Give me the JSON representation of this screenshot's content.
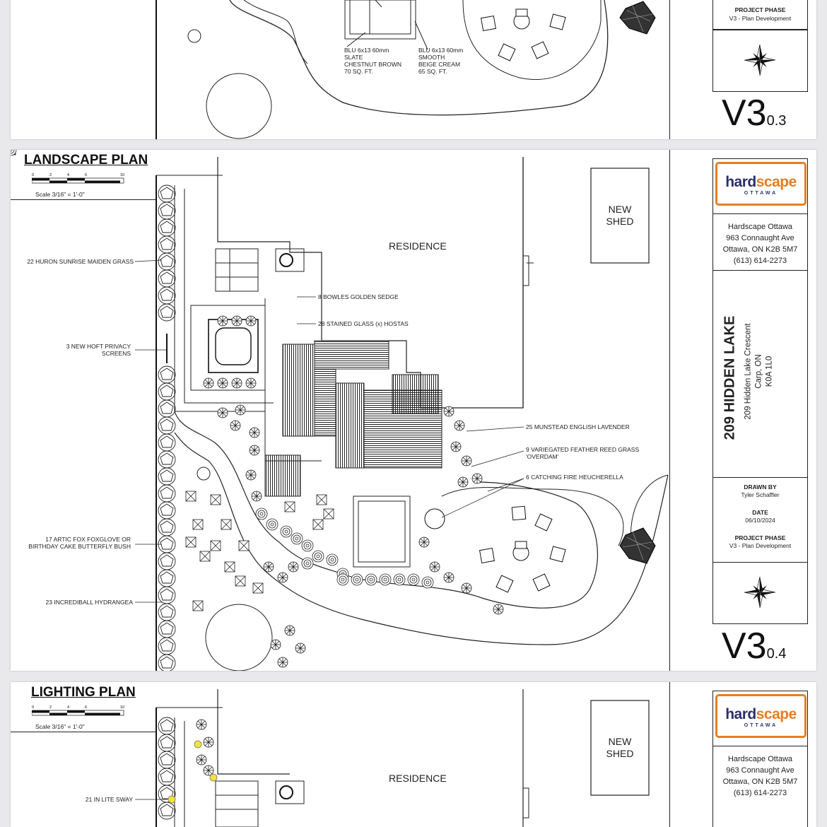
{
  "company": {
    "logo_text_a": "hard",
    "logo_text_b": "scape",
    "logo_sub": "OTTAWA",
    "name": "Hardscape Ottawa",
    "street": "963 Connaught Ave",
    "city": "Ottawa, ON K2B 5M7",
    "phone": "(613) 614-2273"
  },
  "project": {
    "title": "209 HIDDEN LAKE",
    "address_1": "209 Hidden Lake Crescent",
    "address_2": "Carp, ON",
    "address_3": "K0A 1L0",
    "drawn_by_label": "DRAWN BY",
    "drawn_by": "Tyler Schaffler",
    "date_label": "DATE",
    "date": "06/10/2024",
    "phase_label": "PROJECT PHASE",
    "phase": "V3 - Plan Development"
  },
  "sheets": {
    "top": {
      "version_major": "V3",
      "version_minor": "0.3"
    },
    "landscape": {
      "title": "LANDSCAPE PLAN",
      "version_major": "V3",
      "version_minor": "0.4"
    },
    "lighting": {
      "title": "LIGHTING PLAN"
    }
  },
  "scale": {
    "text": "Scale 3/16\" = 1'-0\"",
    "ticks": [
      "0",
      "2",
      "4",
      "6",
      "10"
    ]
  },
  "top_notes": {
    "paver_left": [
      "BLU 6x13 60mm",
      "SLATE",
      "CHESTNUT BROWN",
      "70 SQ. FT."
    ],
    "paver_right": [
      "BLU 6x13 60mm",
      "SMOOTH",
      "BEIGE CREAM",
      "65 SQ. FT."
    ]
  },
  "plan_labels": {
    "residence": "RESIDENCE",
    "shed_1": "NEW",
    "shed_2": "SHED"
  },
  "plant_labels_left": [
    "22 HURON SUNRISE MAIDEN GRASS",
    "3 NEW HOFT PRIVACY",
    "SCREENS",
    "17 ARTIC FOX FOXGLOVE OR",
    "BIRTHDAY CAKE BUTTERFLY BUSH",
    "23 INCREDIBALL HYDRANGEA"
  ],
  "plant_labels_center": [
    "8 BOWLES GOLDEN SEDGE",
    "28 STAINED GLASS (x) HOSTAS"
  ],
  "plant_labels_right": [
    "25 MUNSTEAD ENGLISH LAVENDER",
    "9 VARIEGATED FEATHER REED GRASS",
    "'OVERDAM'",
    "6 CATCHING FIRE HEUCHERELLA"
  ],
  "lighting_labels": [
    "21 IN LITE SWAY"
  ],
  "colors": {
    "logo_orange": "#e57e22",
    "logo_navy": "#2a2f6b",
    "light_yellow": "#f2e33a"
  }
}
